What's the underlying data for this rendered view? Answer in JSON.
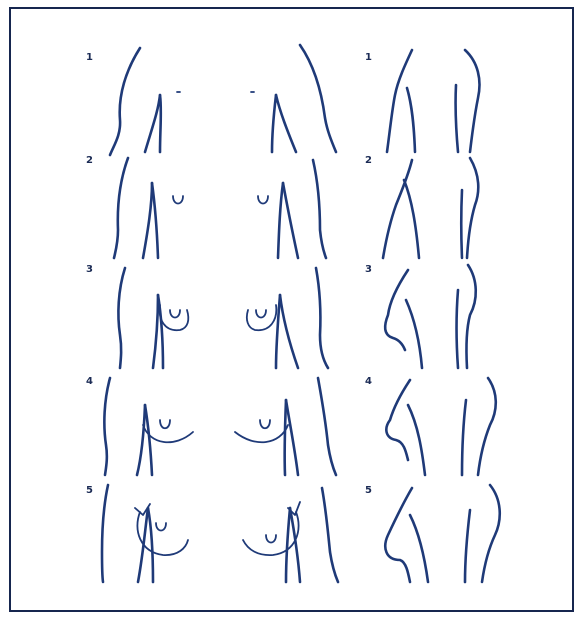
{
  "figure": {
    "stage_labels": [
      "1",
      "2",
      "3",
      "4",
      "5"
    ],
    "colors": {
      "line": "#1f3a78",
      "border": "#16264f",
      "background": "#ffffff"
    }
  }
}
